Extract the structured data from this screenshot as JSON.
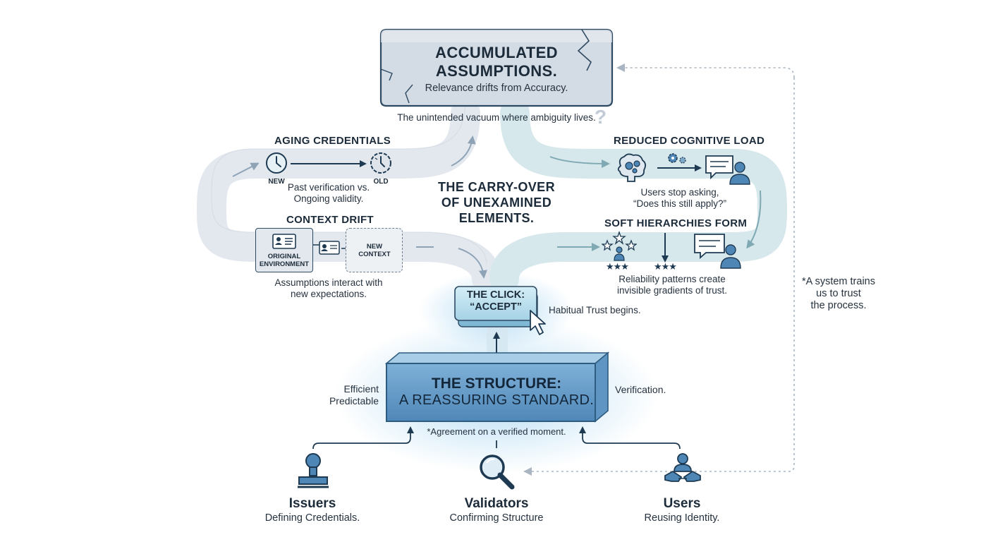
{
  "top_box": {
    "title_line1": "ACCUMULATED",
    "title_line2": "ASSUMPTIONS.",
    "subtitle": "Relevance drifts from Accuracy.",
    "caption": "The unintended vacuum where ambiguity lives.",
    "question_mark": "?"
  },
  "center_label": {
    "line1": "THE CARRY-OVER",
    "line2": "OF UNEXAMINED",
    "line3": "ELEMENTS."
  },
  "aging_credentials": {
    "title": "AGING CREDENTIALS",
    "new_label": "NEW",
    "old_label": "OLD",
    "desc_line1": "Past verification vs.",
    "desc_line2": "Ongoing validity."
  },
  "context_drift": {
    "title": "CONTEXT DRIFT",
    "original_line1": "ORIGINAL",
    "original_line2": "ENVIRONMENT",
    "new_line1": "NEW",
    "new_line2": "CONTEXT",
    "desc_line1": "Assumptions interact with",
    "desc_line2": "new expectations."
  },
  "reduced_cognitive_load": {
    "title": "REDUCED COGNITIVE LOAD",
    "desc_line1": "Users stop asking,",
    "desc_line2": "“Does this still apply?”"
  },
  "soft_hierarchies": {
    "title": "SOFT HIERARCHIES FORM",
    "stars": "★★★",
    "desc_line1": "Reliability patterns create",
    "desc_line2": "invisible gradients of trust."
  },
  "click_button": {
    "line1": "THE CLICK:",
    "line2": "“ACCEPT”",
    "caption": "Habitual Trust begins."
  },
  "structure": {
    "line1": "THE STRUCTURE:",
    "line2": "A REASSURING STANDARD.",
    "left_line1": "Efficient",
    "left_line2": "Predictable",
    "right": "Verification.",
    "caption": "*Agreement on a verified moment."
  },
  "side_note": {
    "line1": "*A system trains",
    "line2": "us to trust",
    "line3": "the process."
  },
  "actors": [
    {
      "name": "Issuers",
      "desc": "Defining Credentials.",
      "icon": "stamp-icon"
    },
    {
      "name": "Validators",
      "desc": "Confirming Structure",
      "icon": "magnifier-icon"
    },
    {
      "name": "Users",
      "desc": "Reusing Identity.",
      "icon": "handshake-icon"
    }
  ],
  "colors": {
    "primary_blue": "#4e86b6",
    "navy": "#1e3a52",
    "top_box_fill": "#d3dbe4",
    "flow_gray": "#dfe4ea",
    "flow_teal": "#d2e6e8"
  }
}
